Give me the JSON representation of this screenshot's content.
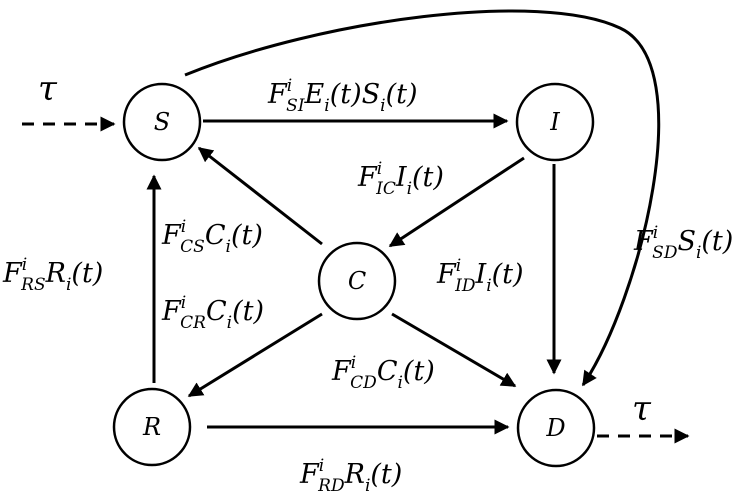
{
  "nodes": {
    "S": "S",
    "I": "I",
    "C": "C",
    "R": "R",
    "D": "D"
  },
  "inflow_label": "τ",
  "outflow_label": "τ",
  "edges": {
    "SI": {
      "F": "F",
      "sup": "i",
      "sub": "SI",
      "tail": "E",
      "tail_sub": "i",
      "rest": "(t)S",
      "rest_sub": "i",
      "rest2": "(t)"
    },
    "IC": {
      "F": "F",
      "sup": "i",
      "sub": "IC",
      "tail": "I",
      "tail_sub": "i",
      "rest": "(t)"
    },
    "CS": {
      "F": "F",
      "sup": "i",
      "sub": "CS",
      "tail": "C",
      "tail_sub": "i",
      "rest": "(t)"
    },
    "RS": {
      "F": "F",
      "sup": "i",
      "sub": "RS",
      "tail": "R",
      "tail_sub": "i",
      "rest": "(t)"
    },
    "ID": {
      "F": "F",
      "sup": "i",
      "sub": "ID",
      "tail": "I",
      "tail_sub": "i",
      "rest": "(t)"
    },
    "SD": {
      "F": "F",
      "sup": "i",
      "sub": "SD",
      "tail": "S",
      "tail_sub": "i",
      "rest": "(t)"
    },
    "CR": {
      "F": "F",
      "sup": "i",
      "sub": "CR",
      "tail": "C",
      "tail_sub": "i",
      "rest": "(t)"
    },
    "CD": {
      "F": "F",
      "sup": "i",
      "sub": "CD",
      "tail": "C",
      "tail_sub": "i",
      "rest": "(t)"
    },
    "RD": {
      "F": "F",
      "sup": "i",
      "sub": "RD",
      "tail": "R",
      "tail_sub": "i",
      "rest": "(t)"
    }
  }
}
